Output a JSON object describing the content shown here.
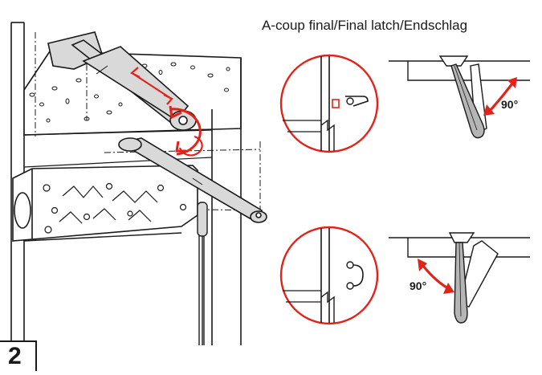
{
  "header": {
    "caption": "A-coup final/Final latch/Endschlag"
  },
  "step": {
    "number": "2"
  },
  "details": {
    "top_angle": "90°",
    "bottom_angle": "90°"
  },
  "colors": {
    "accent": "#e2231a",
    "line": "#1a1a1a",
    "arm_fill": "#d9d9d9"
  },
  "icons": {
    "rotate_arrow": "rotate-arrow-icon",
    "push_arrow": "double-arrow-icon"
  }
}
